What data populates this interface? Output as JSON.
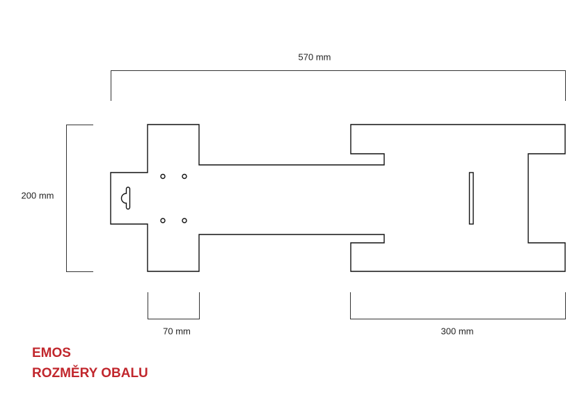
{
  "dimensions": {
    "total_width": "570 mm",
    "height": "200 mm",
    "tab_width": "70 mm",
    "box_width": "300 mm"
  },
  "title": {
    "brand": "EMOS",
    "subtitle": "ROZMĚRY OBALU"
  },
  "colors": {
    "accent": "#c1272d",
    "line": "#222222"
  }
}
